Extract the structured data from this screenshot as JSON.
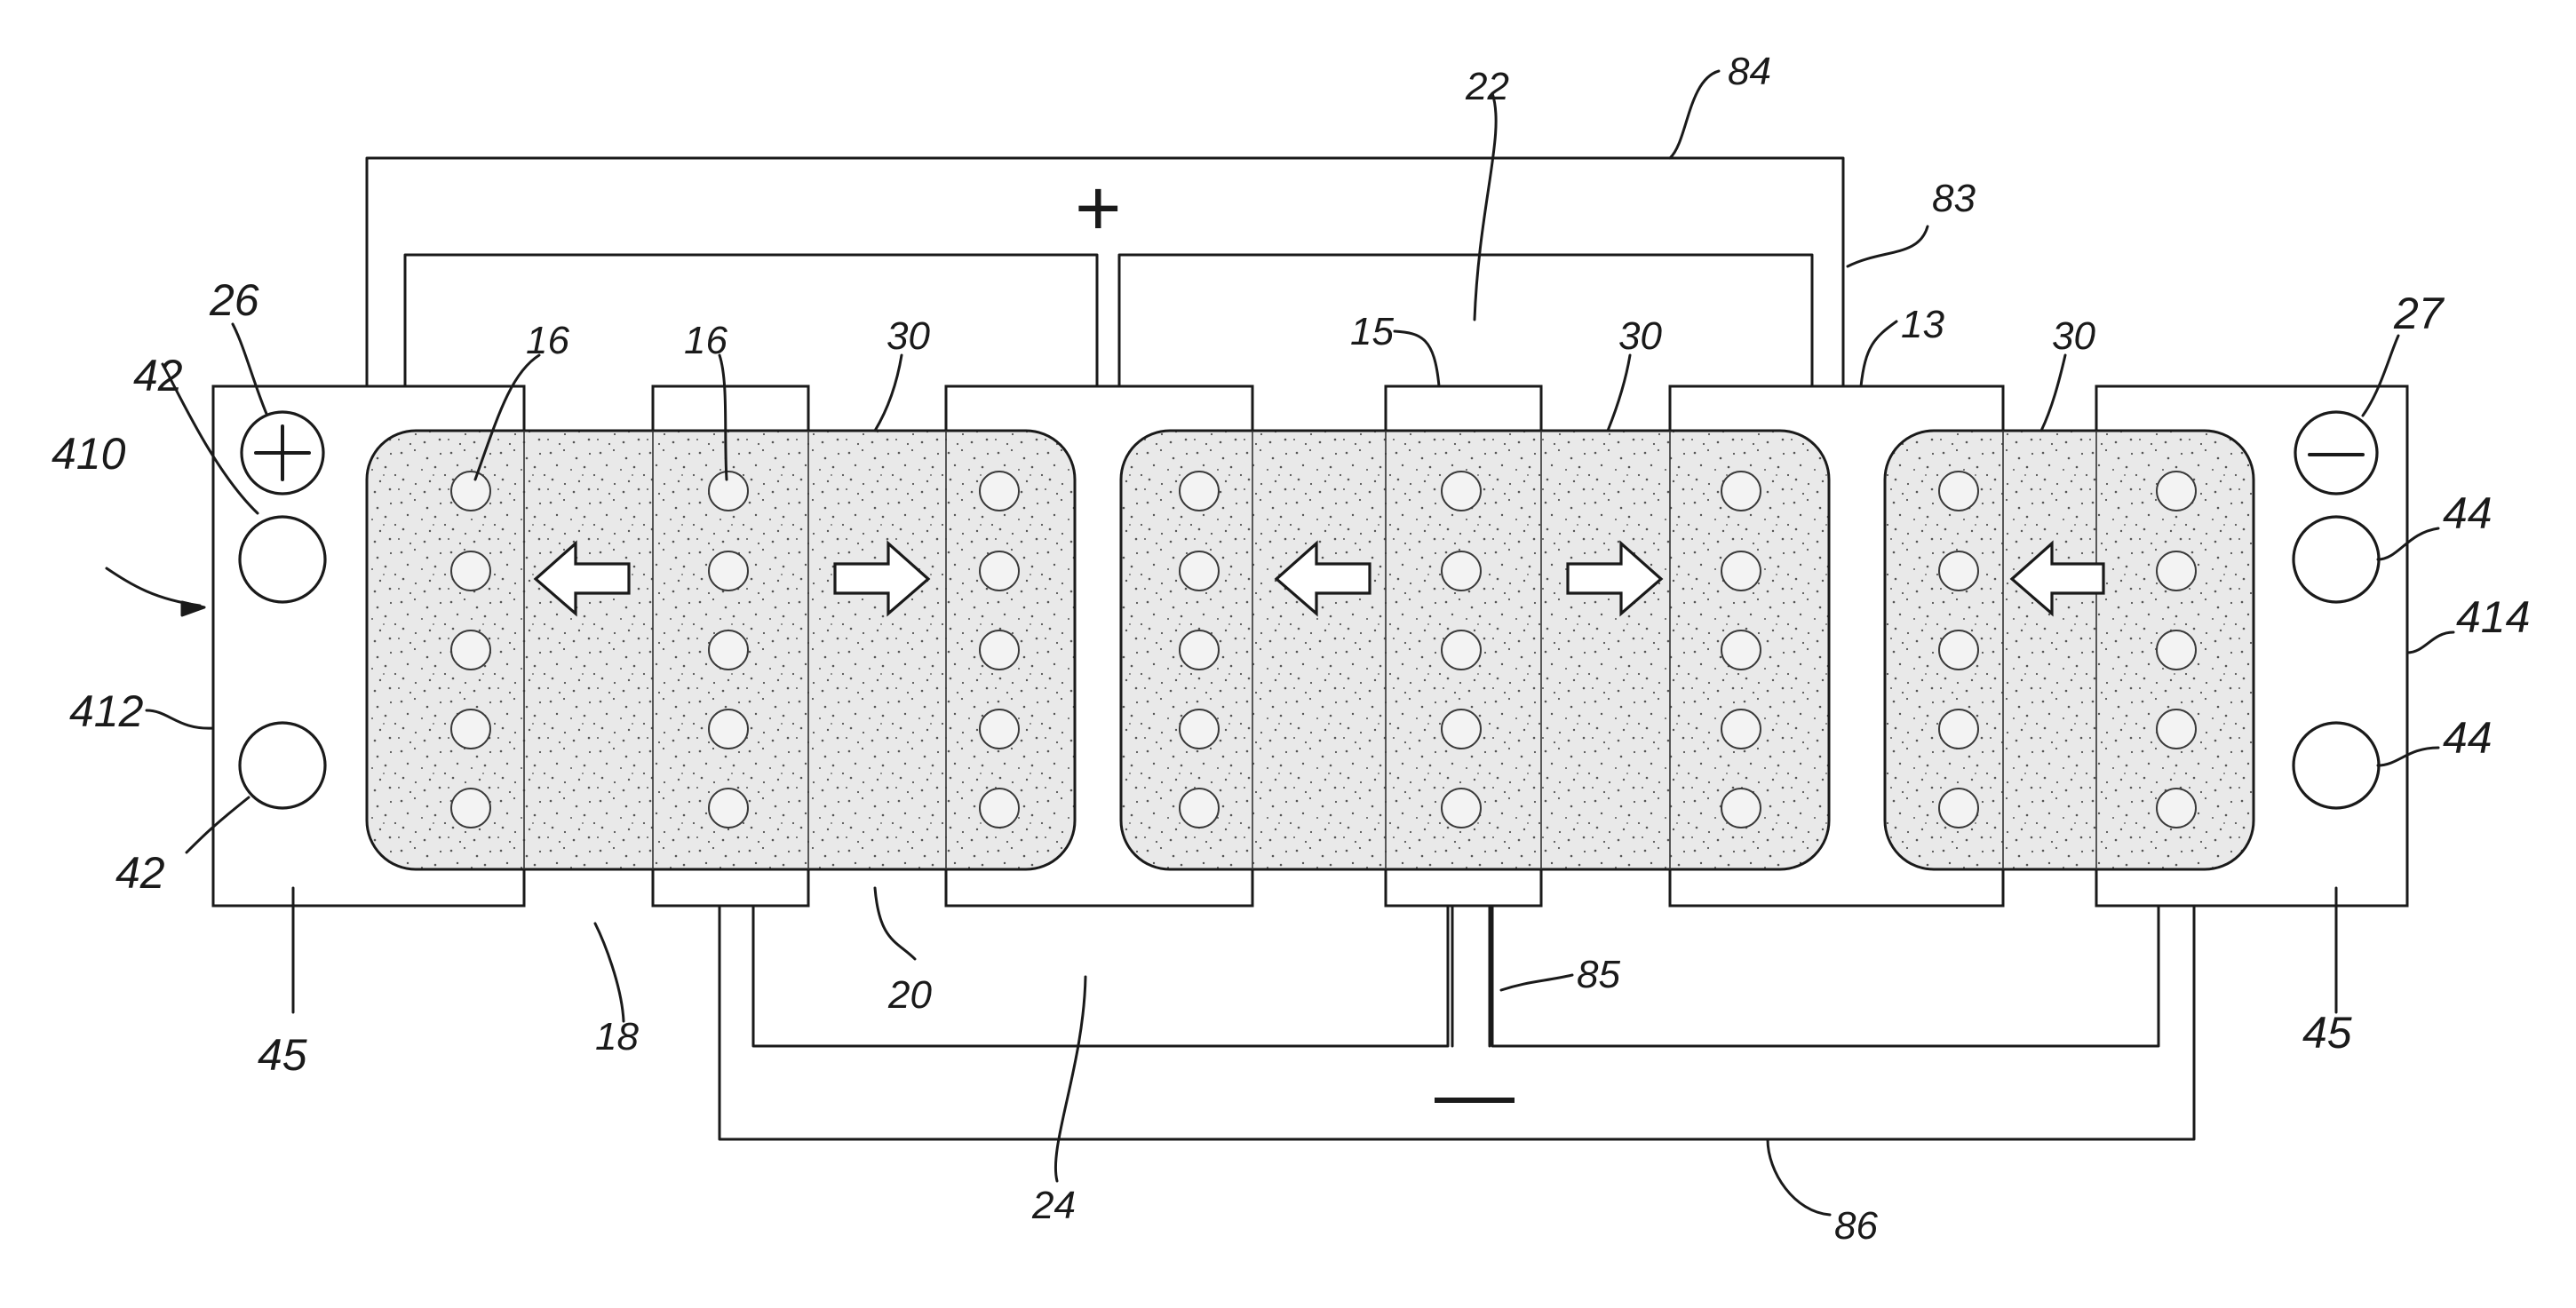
{
  "labels": {
    "l410": "410",
    "l412": "412",
    "l414": "414",
    "l42a": "42",
    "l42b": "42",
    "l44a": "44",
    "l44b": "44",
    "l26": "26",
    "l27": "27",
    "l16a": "16",
    "l16b": "16",
    "l30a": "30",
    "l30b": "30",
    "l30c": "30",
    "l15": "15",
    "l13": "13",
    "l22": "22",
    "l84": "84",
    "l83": "83",
    "l85": "85",
    "l86": "86",
    "l45a": "45",
    "l45b": "45",
    "l18": "18",
    "l20": "20",
    "l24": "24"
  },
  "signs": {
    "plus": "+",
    "minus": "—"
  },
  "colors": {
    "line": "#1a1a1a",
    "pad_fill": "#e9e9e9",
    "stipple": "#555555"
  }
}
